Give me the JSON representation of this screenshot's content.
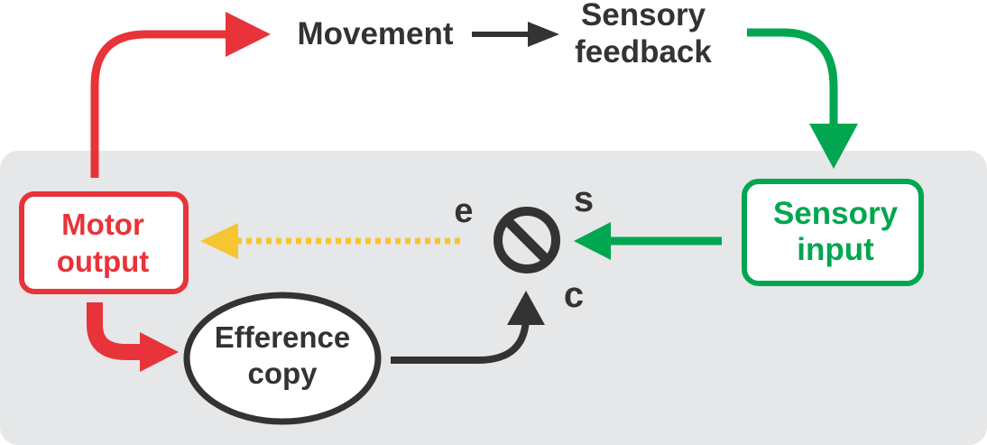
{
  "labels": {
    "movement": "Movement",
    "sensory_feedback_line1": "Sensory",
    "sensory_feedback_line2": "feedback",
    "motor_output_line1": "Motor",
    "motor_output_line2": "output",
    "sensory_input_line1": "Sensory",
    "sensory_input_line2": "input",
    "efference_copy_line1": "Efference",
    "efference_copy_line2": "copy",
    "e": "e",
    "s": "s",
    "c": "c"
  },
  "colors": {
    "motor": "#e8333a",
    "sensory": "#00a650",
    "neutral": "#333333",
    "error": "#f5c532",
    "panel": "#e6e7e8"
  },
  "icons": {
    "comparator": "comparator-icon"
  }
}
